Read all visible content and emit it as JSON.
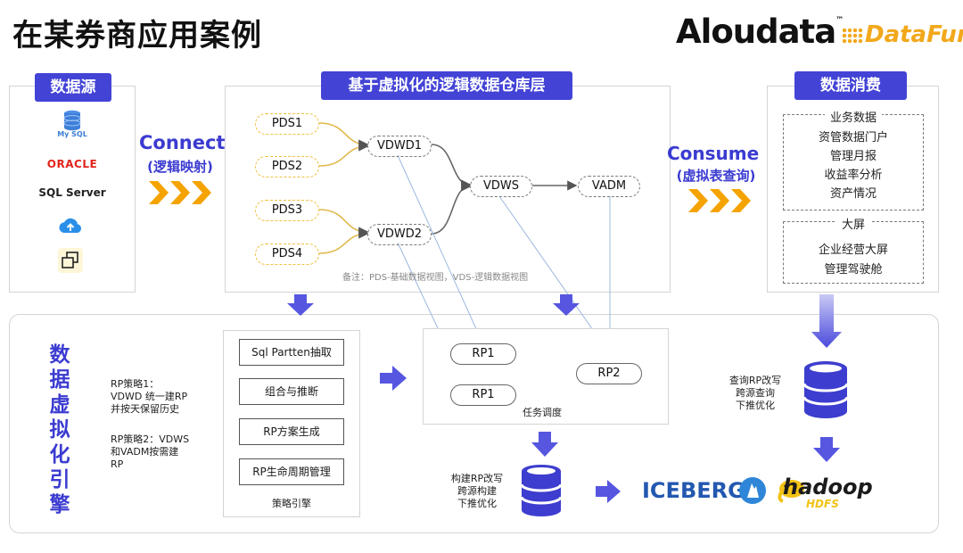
{
  "header": {
    "title": "在某券商应用案例",
    "logo_aloudata": "Aloudata",
    "logo_aloudata_tm": "™",
    "logo_datafun": "DataFun."
  },
  "sources": {
    "badge": "数据源",
    "mysql": "My SQL",
    "oracle": "ORACLE",
    "sqlserver": "SQL Server"
  },
  "connect": {
    "label": "Connect",
    "sub": "(逻辑映射)"
  },
  "logical": {
    "badge": "基于虚拟化的逻辑数据仓库层",
    "pds1": "PDS1",
    "pds2": "PDS2",
    "pds3": "PDS3",
    "pds4": "PDS4",
    "vdwd1": "VDWD1",
    "vdwd2": "VDWD2",
    "vdws": "VDWS",
    "vadm": "VADM",
    "note": "备注：PDS-基础数据视图，VDS-逻辑数据视图"
  },
  "consume": {
    "label": "Consume",
    "sub": "(虚拟表查询)"
  },
  "consumption": {
    "badge": "数据消费",
    "group1_title": "业务数据",
    "group1_items": [
      "资管数据门户",
      "管理月报",
      "收益率分析",
      "资产情况"
    ],
    "group2_title": "大屏",
    "group2_items": [
      "企业经营大屏",
      "管理驾驶舱"
    ]
  },
  "engine": {
    "title": "数据虚拟化引擎",
    "rp1_text": [
      "RP策略1：",
      "VDWD 统一建RP",
      "并按天保留历史"
    ],
    "rp2_text": [
      "RP策略2：VDWS",
      "和VADM按需建",
      "RP"
    ],
    "strategy_steps": [
      "Sql Partten抽取",
      "组合与推断",
      "RP方案生成",
      "RP生命周期管理"
    ],
    "strategy_caption": "策略引擎",
    "rp_node_a": "RP1",
    "rp_node_b": "RP1",
    "rp_node_c": "RP2",
    "schedule_caption": "任务调度",
    "build_text": [
      "构建RP改写",
      "跨源构建",
      "下推优化"
    ],
    "query_text": [
      "查询RP改写",
      "跨源查询",
      "下推优化"
    ],
    "iceberg": "ICEBERG",
    "hadoop": "hadoop",
    "hdfs": "HDFS"
  },
  "colors": {
    "accent": "#4343d6",
    "arrow_orange": "#f5a300",
    "pds_border": "#f0c040",
    "iceberg_blue": "#2358b0"
  }
}
